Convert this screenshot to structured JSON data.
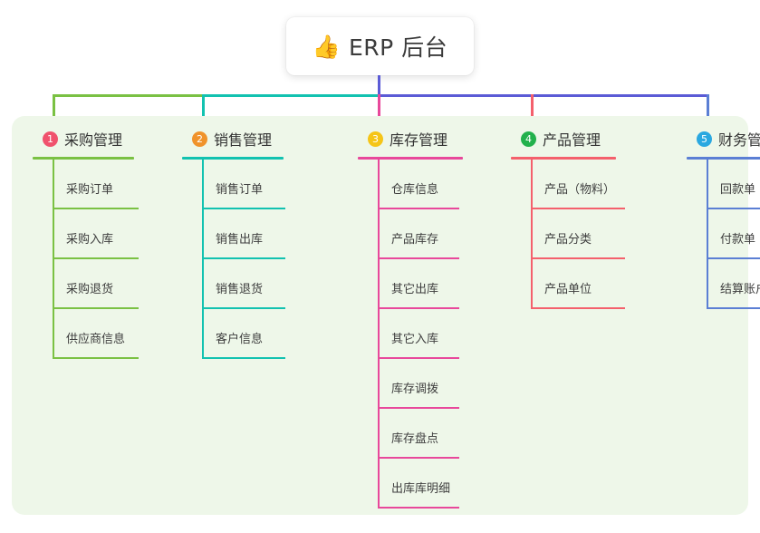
{
  "root": {
    "icon": "thumbs-up-icon",
    "icon_glyph": "👍",
    "title": "ERP 后台"
  },
  "theme": {
    "panel_bg": "#eef7e9",
    "card_bg": "#ffffff",
    "text": "#333333",
    "center_connector": "#5b5bd6"
  },
  "columns": [
    {
      "number": "1",
      "title": "采购管理",
      "badge_color": "#f0526d",
      "line_color": "#7ac143",
      "items": [
        {
          "label": "采购订单"
        },
        {
          "label": "采购入库"
        },
        {
          "label": "采购退货"
        },
        {
          "label": "供应商信息"
        }
      ]
    },
    {
      "number": "2",
      "title": "销售管理",
      "badge_color": "#f0932b",
      "line_color": "#12c2b0",
      "items": [
        {
          "label": "销售订单"
        },
        {
          "label": "销售出库"
        },
        {
          "label": "销售退货"
        },
        {
          "label": "客户信息"
        }
      ]
    },
    {
      "number": "3",
      "title": "库存管理",
      "badge_color": "#f5c518",
      "line_color": "#e8489b",
      "items": [
        {
          "label": "仓库信息"
        },
        {
          "label": "产品库存"
        },
        {
          "label": "其它出库"
        },
        {
          "label": "其它入库"
        },
        {
          "label": "库存调拨"
        },
        {
          "label": "库存盘点"
        },
        {
          "label": "出库库明细"
        }
      ]
    },
    {
      "number": "4",
      "title": "产品管理",
      "badge_color": "#22b14c",
      "line_color": "#f4606c",
      "items": [
        {
          "label": "产品（物料）"
        },
        {
          "label": "产品分类"
        },
        {
          "label": "产品单位"
        }
      ]
    },
    {
      "number": "5",
      "title": "财务管理",
      "badge_color": "#2aa8e0",
      "line_color": "#5b7fd4",
      "items": [
        {
          "label": "回款单"
        },
        {
          "label": "付款单"
        },
        {
          "label": "结算账户"
        }
      ]
    }
  ]
}
